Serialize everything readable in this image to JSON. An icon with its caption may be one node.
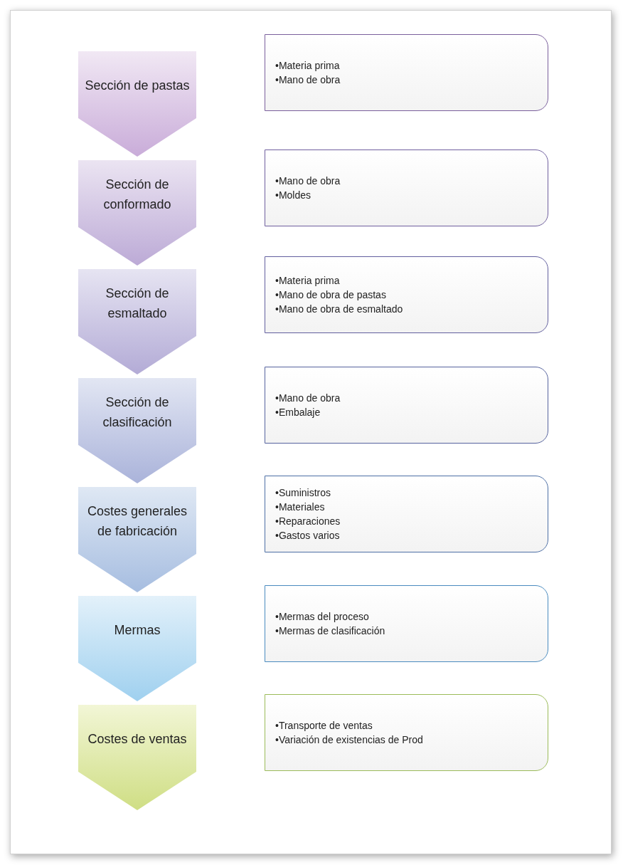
{
  "diagram": {
    "nodes": [
      {
        "text": [
          "Sección de pastas"
        ]
      },
      {
        "text": [
          "•Materia prima",
          "•Mano de obra"
        ]
      },
      {
        "text": [
          "Sección de conformado"
        ]
      },
      {
        "text": [
          "•Mano de obra",
          "•Moldes"
        ]
      },
      {
        "text": [
          "Sección de esmaltado"
        ]
      },
      {
        "text": [
          "•Materia prima",
          "•Mano de obra de pastas",
          "•Mano de obra de esmaltado"
        ]
      },
      {
        "text": [
          "Sección de clasificación"
        ]
      },
      {
        "text": [
          "•Mano de obra",
          "•Embalaje"
        ]
      },
      {
        "text": [
          "Costes generales de fabricación"
        ]
      },
      {
        "text": [
          "•Suministros",
          "•Materiales",
          "•Reparaciones",
          "•Gastos varios"
        ]
      },
      {
        "text": [
          "Mermas"
        ]
      },
      {
        "text": [
          "•Mermas del proceso",
          "•Mermas de clasificación"
        ]
      },
      {
        "text": [
          "Costes de ventas"
        ]
      },
      {
        "text": [
          "•Transporte de ventas",
          "•Variación de existencias de Prod"
        ]
      }
    ]
  }
}
